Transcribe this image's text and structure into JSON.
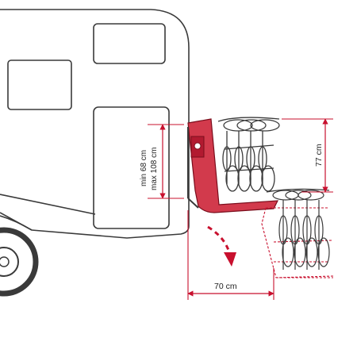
{
  "dimensions": {
    "min_height": "min 68 cm",
    "max_height": "max 108 cm",
    "rack_height": "77 cm",
    "tilt_depth": "70 cm"
  },
  "colors": {
    "outline": "#3a3a3a",
    "accent": "#c8102e",
    "rack_fill": "#d23a4c",
    "dashed": "#c8102e"
  }
}
